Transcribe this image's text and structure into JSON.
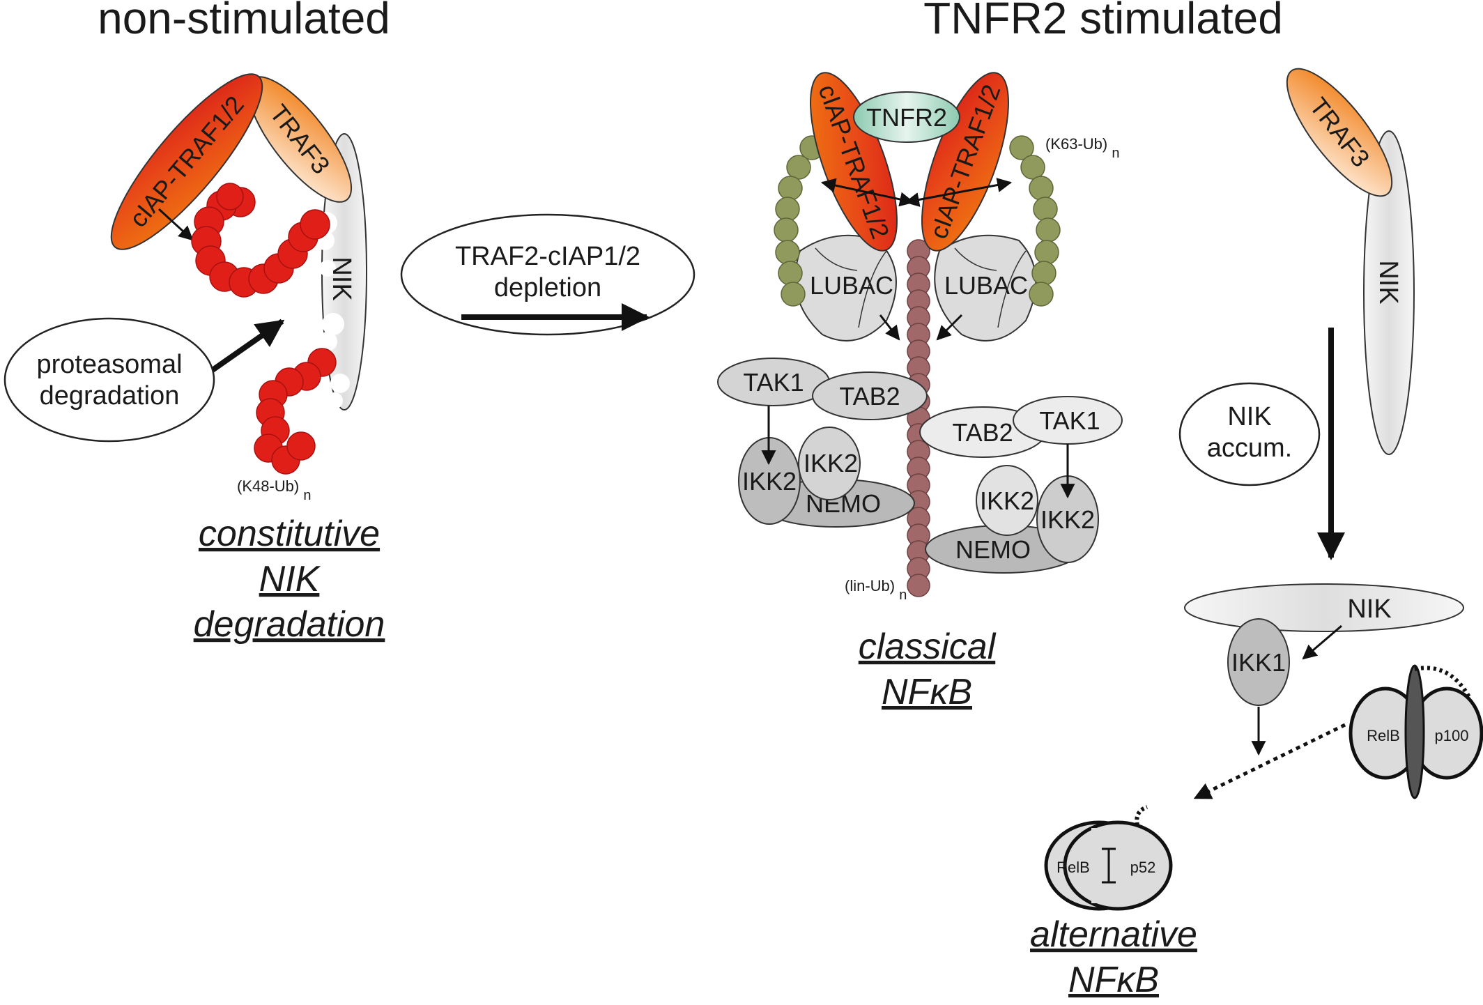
{
  "titles": {
    "left": "non-stimulated",
    "right": "TNFR2 stimulated"
  },
  "left_panel": {
    "ciap_traf": "cIAP-TRAF1/2",
    "traf3": "TRAF3",
    "nik": "NIK",
    "proteasomal_line1": "proteasomal",
    "proteasomal_line2": "degradation",
    "k48_main": "(K48-Ub)",
    "k48_sub": "n",
    "caption_line1": "constitutive",
    "caption_line2": "NIK",
    "caption_line3": "degradation"
  },
  "depletion": {
    "line1": "TRAF2-cIAP1/2",
    "line2": "depletion"
  },
  "center_panel": {
    "tnfr2": "TNFR2",
    "ciap_left": "cIAP-TRAF1/2",
    "ciap_right": "cIAP-TRAF1/2",
    "k63_main": "(K63-Ub)",
    "k63_sub": "n",
    "lubac_left": "LUBAC",
    "lubac_right": "LUBAC",
    "tak1_left": "TAK1",
    "tab2_left": "TAB2",
    "ikk2_left_a": "IKK2",
    "ikk2_left_b": "IKK2",
    "nemo_left": "NEMO",
    "tab2_right": "TAB2",
    "tak1_right": "TAK1",
    "ikk2_right_a": "IKK2",
    "ikk2_right_b": "IKK2",
    "nemo_right": "NEMO",
    "lin_main": "(lin-Ub)",
    "lin_sub": "n",
    "caption_line1": "classical",
    "caption_line2": "NFκB"
  },
  "right_panel": {
    "traf3": "TRAF3",
    "nik_vertical": "NIK",
    "nik_accum_line1": "NIK",
    "nik_accum_line2": "accum.",
    "nik_horizontal": "NIK",
    "ikk1": "IKK1",
    "relb_p100": "RelB",
    "p100": "p100",
    "relb_p52": "RelB",
    "p52": "p52",
    "caption_line1": "alternative",
    "caption_line2": "NFκB"
  },
  "colors": {
    "ub_red": "#e02018",
    "k63_olive": "#8f9a5c",
    "lin_mauve": "#a06868",
    "protein_grey": "#dcdcdc",
    "tnfr2_green": "#b9ddcc"
  }
}
